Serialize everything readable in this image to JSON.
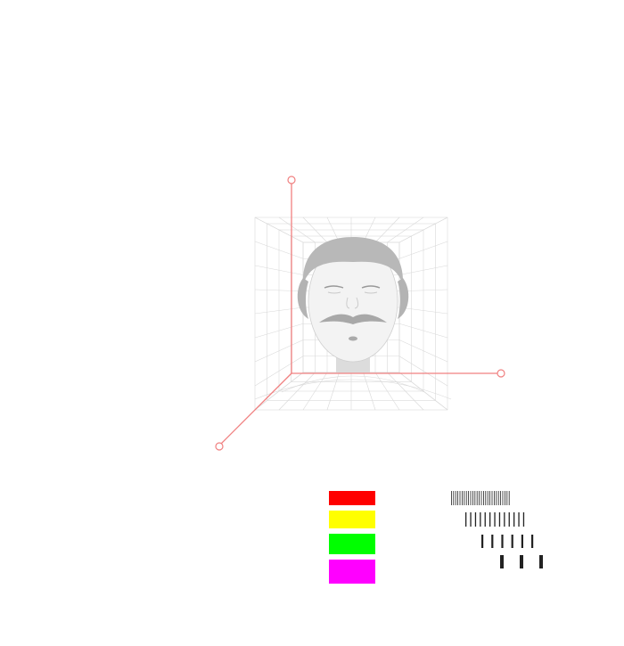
{
  "colors": {
    "axis": "#f08080",
    "grid": "#d9d9d9",
    "head_fill": "#efefef",
    "hair": "#b3b3b3",
    "swatch_red": "#ff0000",
    "swatch_yellow": "#ffff00",
    "swatch_green": "#00ff00",
    "swatch_magenta": "#ff00ff",
    "bars": "#222222"
  },
  "icons": {
    "axis_handle": "circle-handle-icon",
    "head": "head-icon"
  },
  "swatches": [
    {
      "name": "red-swatch",
      "color": "#ff0000"
    },
    {
      "name": "yellow-swatch",
      "color": "#ffff00"
    },
    {
      "name": "green-swatch",
      "color": "#00ff00"
    },
    {
      "name": "magenta-swatch",
      "color": "#ff00ff"
    }
  ],
  "resolution_bar_groups": [
    {
      "name": "bar-group-fine",
      "count": 28
    },
    {
      "name": "bar-group-medium",
      "count": 13
    },
    {
      "name": "bar-group-coarse",
      "count": 6
    },
    {
      "name": "bar-group-thick",
      "count": 3
    }
  ]
}
